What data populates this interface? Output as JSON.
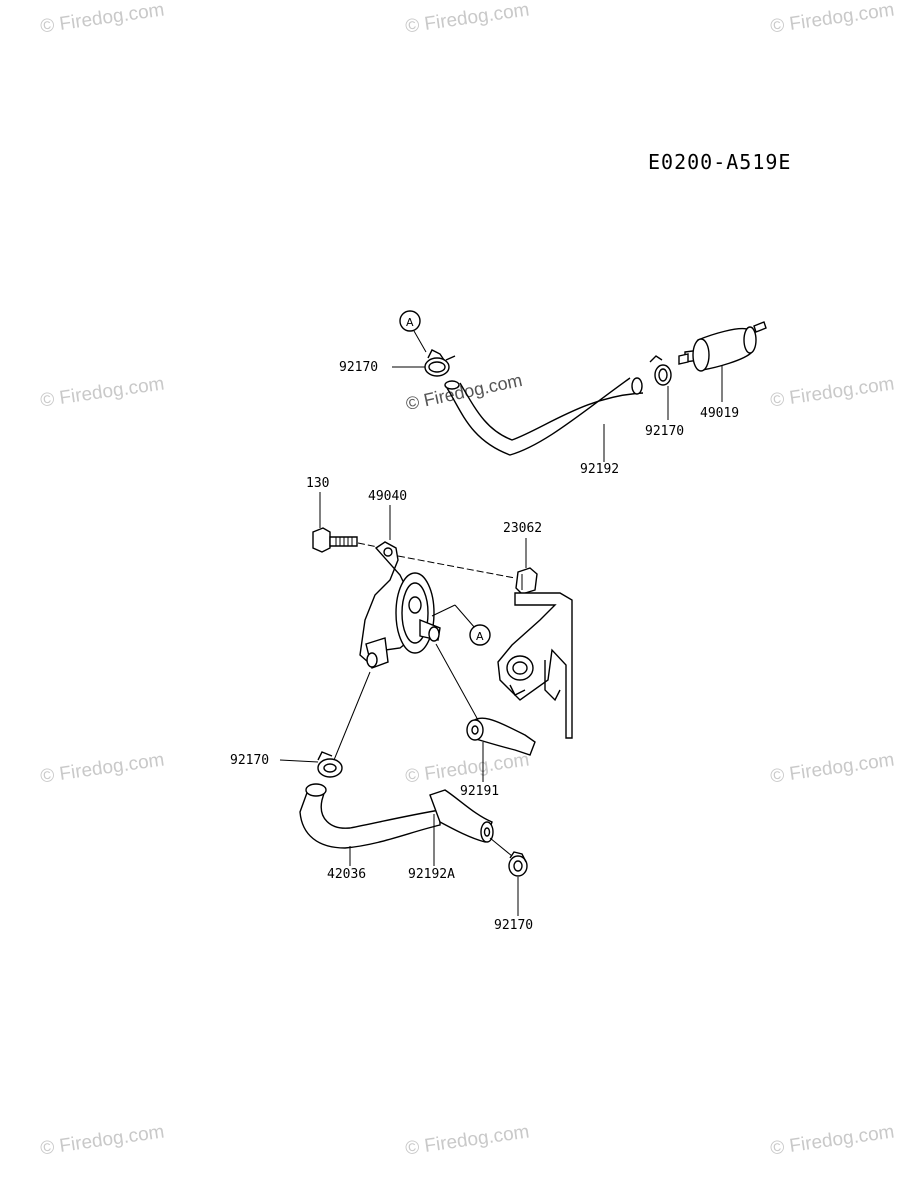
{
  "diagram_code": "E0200-A519E",
  "watermark_text": "© Firedog.com",
  "ref_marker": "A",
  "part_numbers": {
    "p92170_top_left": "92170",
    "p92170_top_right": "92170",
    "p49019": "49019",
    "p92192": "92192",
    "p130": "130",
    "p49040": "49040",
    "p23062": "23062",
    "p92170_mid": "92170",
    "p92191": "92191",
    "p42036": "42036",
    "p92192A": "92192A",
    "p92170_bottom": "92170"
  }
}
